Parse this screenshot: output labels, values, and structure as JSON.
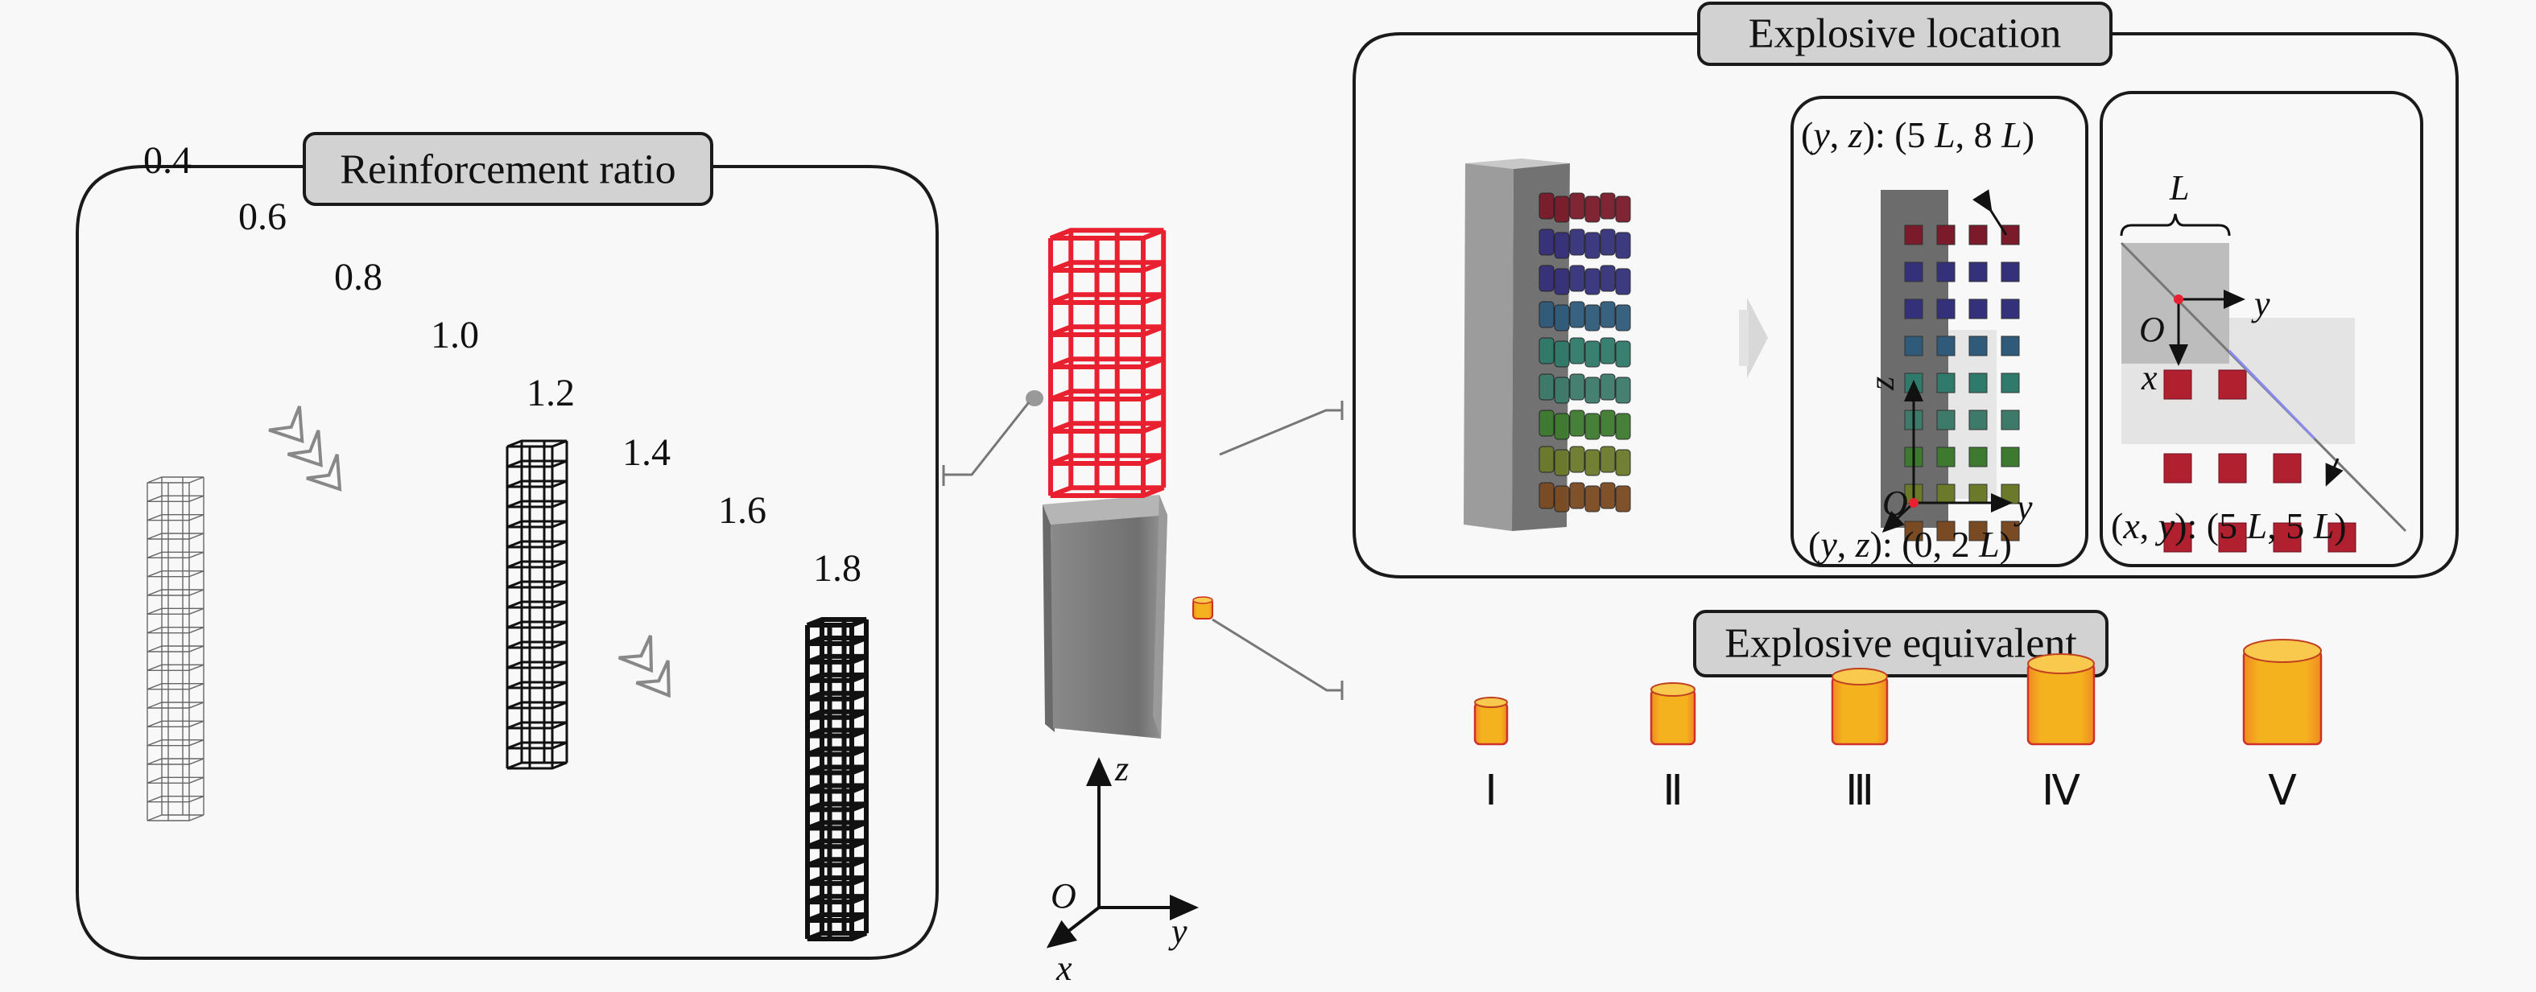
{
  "figure": {
    "reinforcement_panel": {
      "title": "Reinforcement ratio",
      "ratios": [
        "0.4",
        "0.6",
        "0.8",
        "1.0",
        "1.2",
        "1.4",
        "1.6",
        "1.8"
      ],
      "shown_cages": [
        "0.4",
        "1.2",
        "1.8"
      ]
    },
    "center_model": {
      "axes": {
        "origin": "O",
        "x": "x",
        "y": "y",
        "z": "z"
      },
      "cage_color": "#e8202f",
      "concrete_color": "#7a7a7a",
      "charge_color": "#f5b21f"
    },
    "explosive_location_panel": {
      "title": "Explosive location",
      "charge_layer_colors": [
        "#7a1a2a",
        "#35307a",
        "#35307a",
        "#2f5a7a",
        "#2f7a6a",
        "#3d7a6a",
        "#3d7a2f",
        "#6a7a2a",
        "#7a4a22"
      ],
      "elevation_view": {
        "top_label": {
          "prefix": "(",
          "v1": "y",
          "sep": ", ",
          "v2": "z",
          "suffix": "): (5 ",
          "L1": "L",
          "mid": ", 8 ",
          "L2": "L",
          "end": ")"
        },
        "bottom_label": {
          "prefix": "(",
          "v1": "y",
          "sep": ", ",
          "v2": "z",
          "suffix": "): (0, 2 ",
          "L1": "L",
          "end": ")"
        },
        "axes": {
          "origin": "O",
          "y": "y",
          "z": "z"
        },
        "grid_rows": 9,
        "grid_cols": 4
      },
      "plan_view": {
        "dimension_label": "L",
        "axes": {
          "origin": "O",
          "x": "x",
          "y": "y"
        },
        "label": {
          "prefix": "(",
          "v1": "x",
          "sep": ", ",
          "v2": "y",
          "suffix": "): (5 ",
          "L1": "L",
          "mid": ", 5 ",
          "L2": "L",
          "end": ")"
        },
        "charge_rows": [
          2,
          3,
          4
        ]
      }
    },
    "explosive_equivalent_panel": {
      "title": "Explosive equivalent",
      "levels": [
        {
          "label": "Ⅰ",
          "relative_size": 1
        },
        {
          "label": "Ⅱ",
          "relative_size": 2
        },
        {
          "label": "Ⅲ",
          "relative_size": 3
        },
        {
          "label": "Ⅳ",
          "relative_size": 4
        },
        {
          "label": "Ⅴ",
          "relative_size": 5
        }
      ]
    }
  }
}
